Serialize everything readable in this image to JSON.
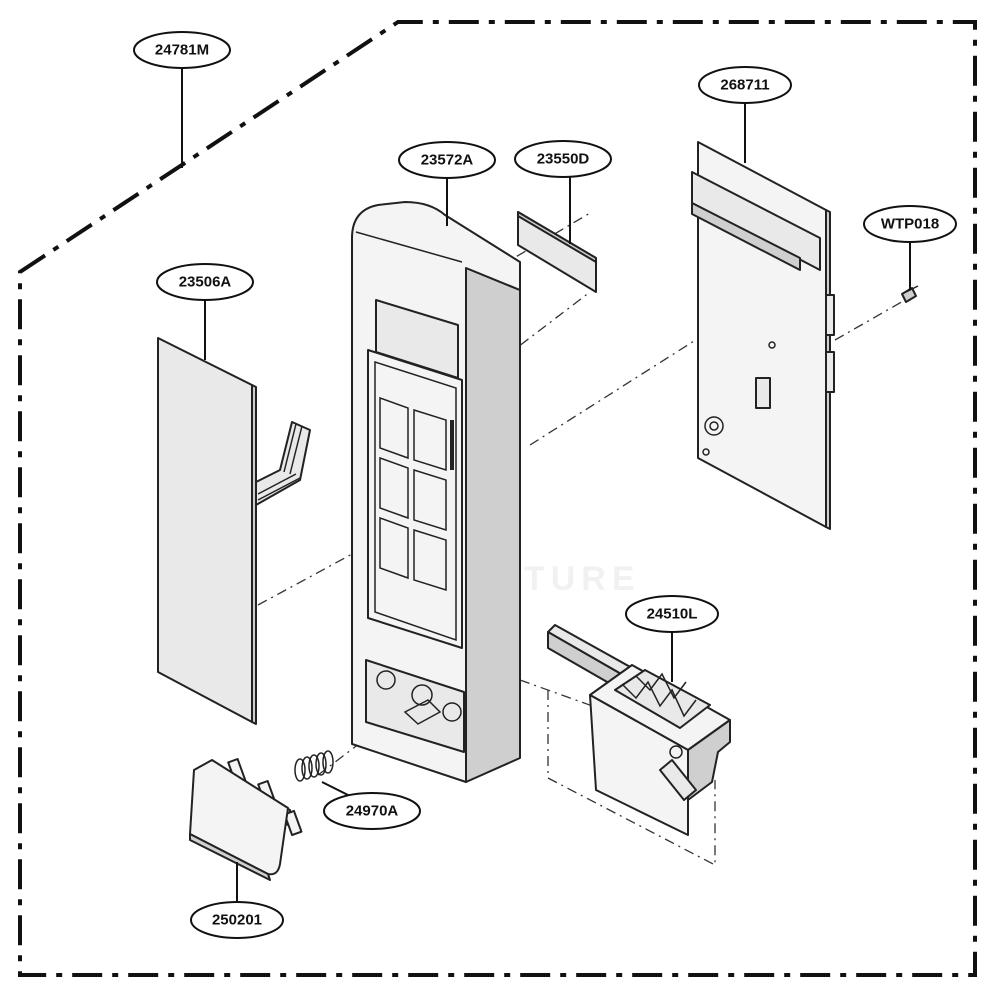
{
  "labels": {
    "assembly": "24781M",
    "pcb": "268711",
    "window": "23550D",
    "panel": "23572A",
    "screw": "WTP018",
    "membrane": "23506A",
    "latch": "24510L",
    "spring": "24970A",
    "button": "250201"
  },
  "watermark": "UNIVENTURE"
}
